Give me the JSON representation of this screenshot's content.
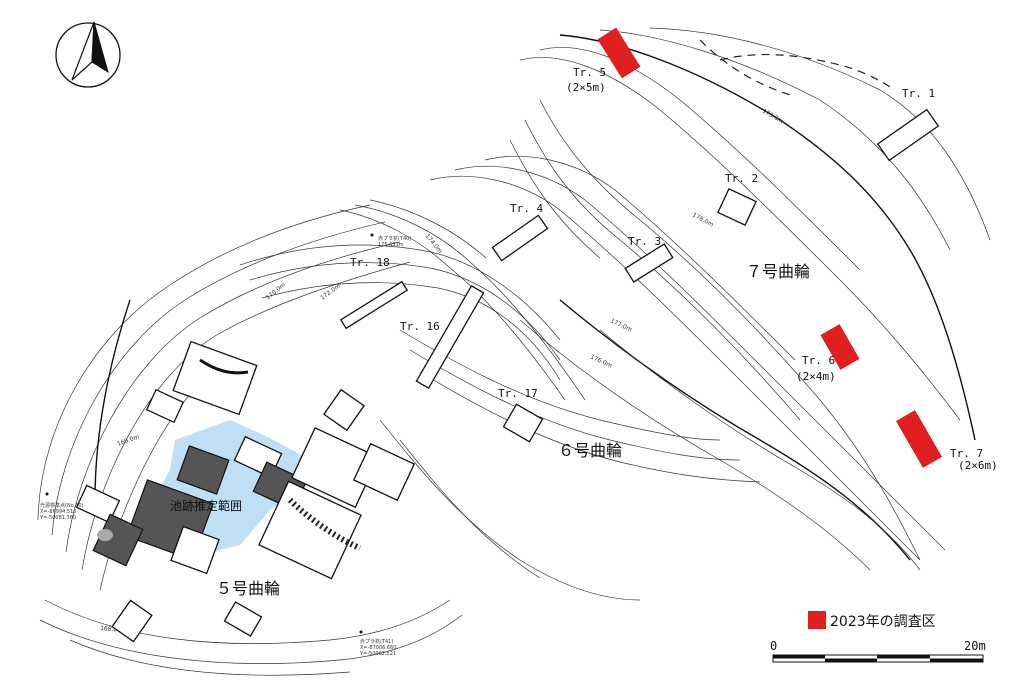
{
  "trenches": {
    "tr1": "Tr. 1",
    "tr2": "Tr. 2",
    "tr3": "Tr. 3",
    "tr4": "Tr. 4",
    "tr5": "Tr. 5",
    "tr5_size": "(2×5m)",
    "tr6": "Tr. 6",
    "tr6_size": "(2×4m)",
    "tr7": "Tr. 7",
    "tr7_size": "(2×6m)",
    "tr16": "Tr. 16",
    "tr17": "Tr. 17",
    "tr18": "Tr. 18"
  },
  "areas": {
    "kuruwa5": "５号曲輪",
    "kuruwa6": "６号曲輪",
    "kuruwa7": "７号曲輪",
    "pond": "池跡推定範囲"
  },
  "contours": {
    "c168": "168.0m",
    "c169": "169.0m",
    "c170": "170.0m",
    "c172": "172.0m",
    "c174": "174.0m",
    "c176": "176.0m",
    "c177": "177.0m",
    "c178": "178.0m",
    "c179": "179.0m"
  },
  "survey_points": {
    "p1_name": "光源標準点(No.10)",
    "p1_x": "X=-86994.510",
    "p1_y": "Y=-50081.360",
    "p2_name": "赤プラ杭(T41)",
    "p2_x": "X=-87006.660",
    "p2_y": "Y=-50062.521",
    "p3_name": "赤プラ杭(T40)",
    "p3_elev": "175.631m"
  },
  "legend": {
    "label": "2023年の調査区",
    "color": "#e02020"
  },
  "scale": {
    "start": "0",
    "end": "20m"
  },
  "colors": {
    "pond_fill": "#bfe0f4",
    "trench_red": "#e02020"
  },
  "icons": {
    "north": "north-arrow-icon"
  }
}
